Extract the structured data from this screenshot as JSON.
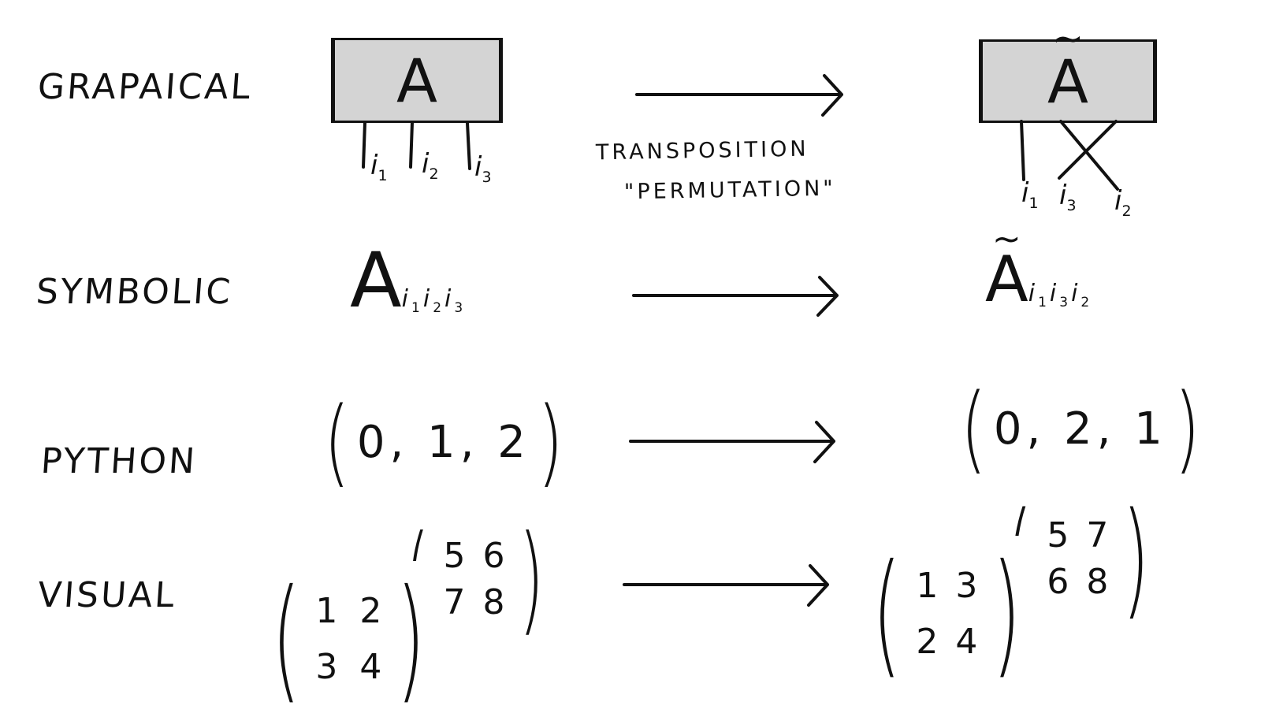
{
  "row_labels": {
    "graphical": "GRAPAICAL",
    "symbolic": "SYMBOLIC",
    "python": "PYTHON",
    "visual": "VISUAL"
  },
  "graphical": {
    "source_letter": "A",
    "target_letter": "A",
    "tilde": "~",
    "source_indices": [
      {
        "base": "i",
        "sub": "1"
      },
      {
        "base": "i",
        "sub": "2"
      },
      {
        "base": "i",
        "sub": "3"
      }
    ],
    "target_indices": [
      {
        "base": "i",
        "sub": "1"
      },
      {
        "base": "i",
        "sub": "3"
      },
      {
        "base": "i",
        "sub": "2"
      }
    ],
    "caption_line1": "TRANSPOSITION",
    "caption_line2": "\"PERMUTATION\""
  },
  "symbolic": {
    "source_base": "A",
    "target_base": "A",
    "tilde": "~",
    "source_subs": [
      {
        "base": "i",
        "sub": "1"
      },
      {
        "base": "i",
        "sub": "2"
      },
      {
        "base": "i",
        "sub": "3"
      }
    ],
    "target_subs": [
      {
        "base": "i",
        "sub": "1"
      },
      {
        "base": "i",
        "sub": "3"
      },
      {
        "base": "i",
        "sub": "2"
      }
    ]
  },
  "python": {
    "source_tuple": "0, 1, 2",
    "target_tuple": "0, 2, 1",
    "open_paren": "(",
    "close_paren": ")"
  },
  "visual": {
    "source_front": [
      "1",
      "2",
      "3",
      "4"
    ],
    "source_back": [
      "5",
      "6",
      "7",
      "8"
    ],
    "target_front": [
      "1",
      "3",
      "2",
      "4"
    ],
    "target_back": [
      "5",
      "7",
      "6",
      "8"
    ],
    "open_paren": "(",
    "close_paren": ")"
  },
  "colors": {
    "ink": "#111111",
    "box_fill": "#d4d4d4"
  }
}
